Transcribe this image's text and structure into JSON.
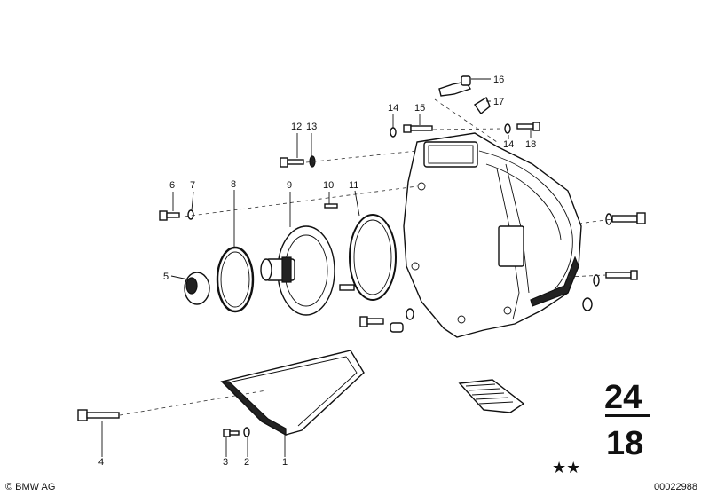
{
  "callouts": [
    "1",
    "2",
    "3",
    "4",
    "5",
    "6",
    "7",
    "8",
    "9",
    "10",
    "11",
    "12",
    "13",
    "14",
    "14",
    "15",
    "16",
    "17",
    "18"
  ],
  "group_number_top": "24",
  "group_number_bottom": "18",
  "stars": "★★",
  "copyright": "© BMW AG",
  "drawing_number": "00022988"
}
